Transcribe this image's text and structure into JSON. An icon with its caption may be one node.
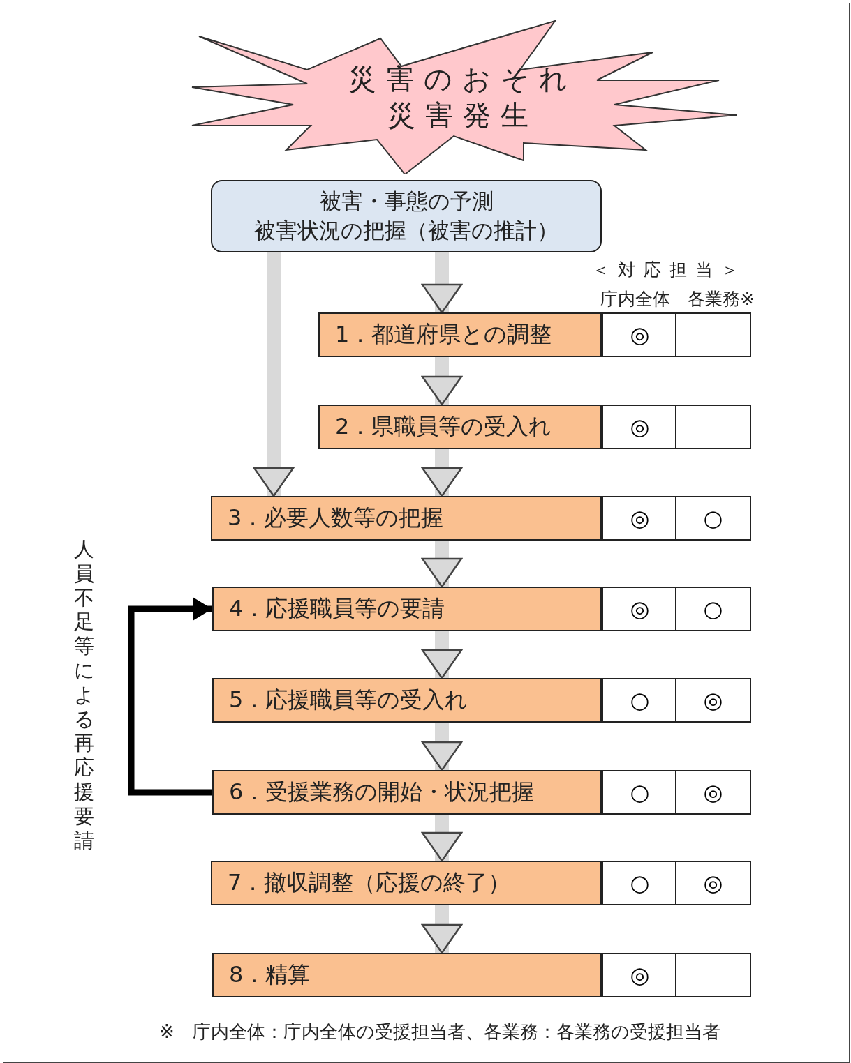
{
  "diagram": {
    "nodes": [
      {
        "text": [
          "災害のおそれ",
          "災害発生"
        ]
      },
      {
        "text": [
          "被害・事態の予測",
          "被害状況の把握（被害の推計）"
        ]
      },
      {
        "text": [
          "1．都道府県との調整"
        ]
      },
      {
        "text": [
          "2．県職員等の受入れ"
        ]
      },
      {
        "text": [
          "3．必要人数等の把握"
        ]
      },
      {
        "text": [
          "4．応援職員等の要請"
        ]
      },
      {
        "text": [
          "5．応援職員等の受入れ"
        ]
      },
      {
        "text": [
          "6．受援業務の開始・状況把握"
        ]
      },
      {
        "text": [
          "7．撤収調整（応援の終了）"
        ]
      },
      {
        "text": [
          "8．精算"
        ]
      }
    ],
    "edges": [
      {
        "from": 1,
        "to": 2,
        "arrow": "to"
      },
      {
        "from": 1,
        "to": 4,
        "arrow": "to"
      },
      {
        "from": 2,
        "to": 3,
        "arrow": "to"
      },
      {
        "from": 3,
        "to": 4,
        "arrow": "to"
      },
      {
        "from": 4,
        "to": 5,
        "arrow": "to"
      },
      {
        "from": 5,
        "to": 6,
        "arrow": "to"
      },
      {
        "from": 6,
        "to": 7,
        "arrow": "to"
      },
      {
        "from": 7,
        "to": 8,
        "arrow": "to"
      },
      {
        "from": 8,
        "to": 9,
        "arrow": "to"
      },
      {
        "from": 7,
        "to": 5,
        "arrow": "to",
        "label": "人員不足等による再応援要請",
        "color": "#000000"
      }
    ],
    "labels": [
      "＜対応担当＞",
      "庁内全体",
      "各業務※",
      "◎",
      "◎",
      "◎",
      "○",
      "◎",
      "○",
      "○",
      "◎",
      "○",
      "◎",
      "○",
      "◎",
      "◎"
    ],
    "caption": "※　庁内全体：庁内全体の受援担当者、各業務：各業務の受援担当者"
  }
}
